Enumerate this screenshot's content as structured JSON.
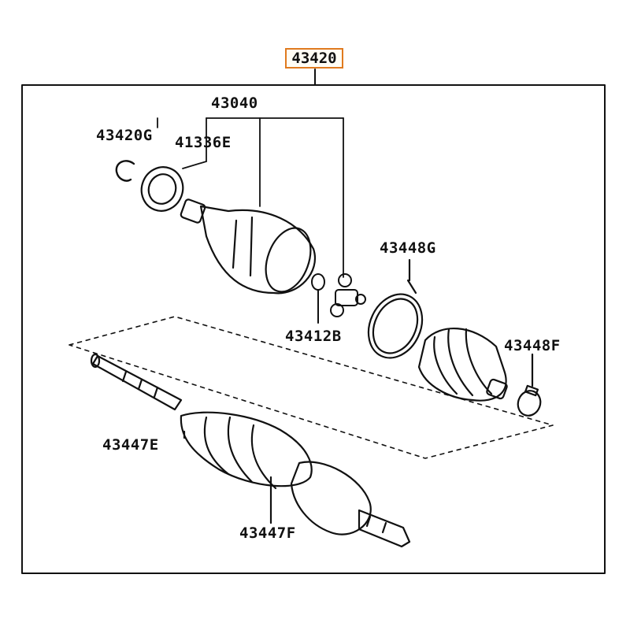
{
  "assembly": {
    "part_number": "43420",
    "highlight_color": "#e07a1f"
  },
  "labels": {
    "inboard_joint": "43040",
    "snap_ring": "43420G",
    "dust_seal": "41336E",
    "tripod_ring": "43412B",
    "boot_clamp_large": "43448G",
    "boot_clamp_small": "43448F",
    "outer_clamp": "43447E",
    "outer_boot": "43447F"
  }
}
